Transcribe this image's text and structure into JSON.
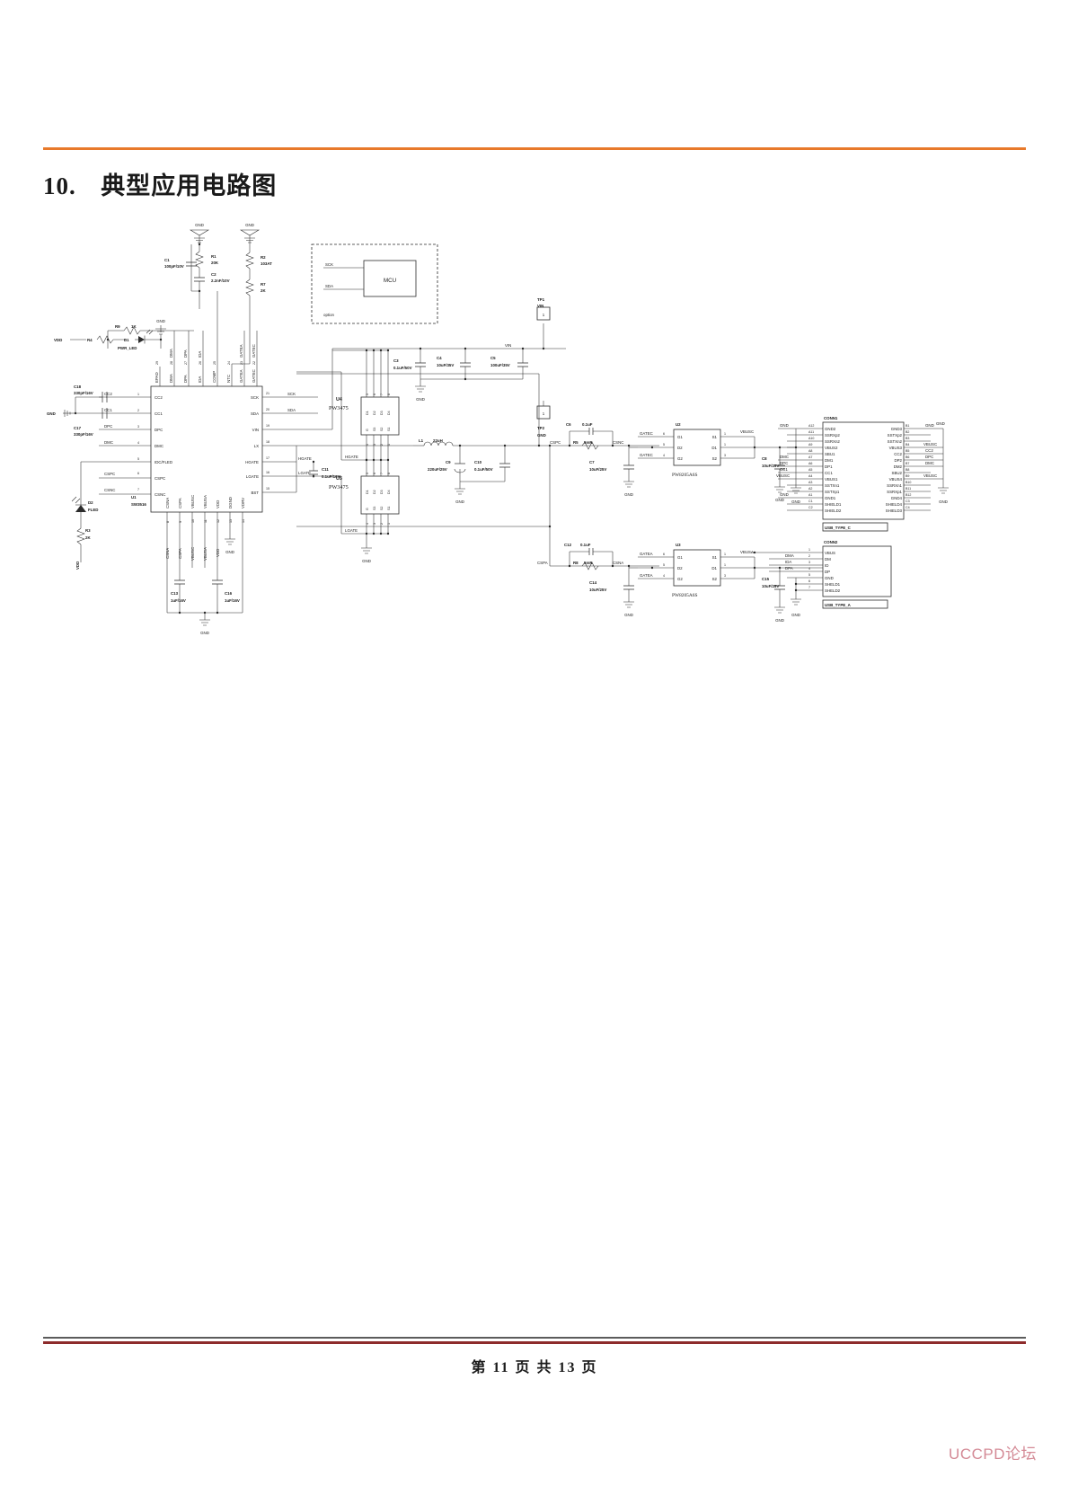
{
  "page": {
    "section_number": "10.",
    "section_title": "典型应用电路图",
    "footer": "第 11 页 共 13 页",
    "watermark": "UCCPD论坛",
    "accent_color": "#e8792a",
    "rule_bottom_color": "#8d2b2b"
  },
  "schematic": {
    "main_ic": {
      "ref": "U1",
      "part": "SW3516",
      "left_pins": [
        {
          "num": "1",
          "name": "CC2",
          "net": "CC2"
        },
        {
          "num": "2",
          "name": "CC1",
          "net": "CC1"
        },
        {
          "num": "3",
          "name": "DPC",
          "net": "DPC"
        },
        {
          "num": "4",
          "name": "DMC",
          "net": "DMC"
        },
        {
          "num": "5",
          "name": "IDC/FLED",
          "net": ""
        },
        {
          "num": "6",
          "name": "CSPC",
          "net": "CSPC"
        },
        {
          "num": "7",
          "name": "CSNC",
          "net": "CSNC"
        }
      ],
      "bottom_pins": [
        {
          "num": "8",
          "name": "CSNA",
          "net": "CSNA"
        },
        {
          "num": "9",
          "name": "CSPA",
          "net": "CSPA"
        },
        {
          "num": "10",
          "name": "VBUSC",
          "net": "VBUSC"
        },
        {
          "num": "11",
          "name": "VBUSA",
          "net": "VBUSA"
        },
        {
          "num": "12",
          "name": "VDD",
          "net": "VDD"
        },
        {
          "num": "13",
          "name": "DGND",
          "net": "GND"
        },
        {
          "num": "14",
          "name": "VDRV",
          "net": ""
        }
      ],
      "right_pins": [
        {
          "num": "21",
          "name": "SCK",
          "net": "SCK"
        },
        {
          "num": "20",
          "name": "SDA",
          "net": "SDA"
        },
        {
          "num": "19",
          "name": "VIN",
          "net": ""
        },
        {
          "num": "18",
          "name": "LX",
          "net": ""
        },
        {
          "num": "17",
          "name": "HGATE",
          "net": "HGATE"
        },
        {
          "num": "16",
          "name": "LGATE",
          "net": "LGATE"
        },
        {
          "num": "15",
          "name": "BST",
          "net": ""
        }
      ],
      "top_pins": [
        {
          "num": "29",
          "name": "EPAD",
          "net": ""
        },
        {
          "num": "28",
          "name": "DMA",
          "net": "DMA"
        },
        {
          "num": "27",
          "name": "DPA",
          "net": "DPA"
        },
        {
          "num": "26",
          "name": "IDA",
          "net": "IDA"
        },
        {
          "num": "25",
          "name": "COMP",
          "net": ""
        },
        {
          "num": "24",
          "name": "NTC",
          "net": ""
        },
        {
          "num": "23",
          "name": "GATEA",
          "net": "GATEA"
        },
        {
          "num": "22",
          "name": "GATEC",
          "net": "GATEC"
        }
      ]
    },
    "mcu_block": {
      "label": "MCU",
      "pins": [
        "SCK",
        "SDA"
      ],
      "note": "option"
    },
    "drivers": [
      {
        "ref": "U4",
        "part": "PW3475",
        "top_pins": [
          "D1",
          "D2",
          "D3",
          "D4"
        ],
        "top_nums": [
          "5",
          "6",
          "7",
          "8"
        ],
        "bottom_pins": [
          "G",
          "S3",
          "S2",
          "S1"
        ],
        "bottom_nums": [
          "4",
          "3",
          "2",
          "1"
        ],
        "gate_net": "HGATE"
      },
      {
        "ref": "U5",
        "part": "PW3475",
        "top_pins": [
          "D1",
          "D2",
          "D3",
          "D4"
        ],
        "top_nums": [
          "5",
          "6",
          "7",
          "8"
        ],
        "bottom_pins": [
          "G",
          "S3",
          "S2",
          "S1"
        ],
        "bottom_nums": [
          "4",
          "3",
          "2",
          "1"
        ],
        "gate_net": "LGATE"
      }
    ],
    "mosfets": [
      {
        "ref": "U2",
        "part": "PW8205A6S",
        "gate_net": "GATEC",
        "left": [
          {
            "num": "6",
            "name": "G1"
          },
          {
            "num": "5",
            "name": "D2"
          },
          {
            "num": "4",
            "name": "G2"
          }
        ],
        "right": [
          {
            "num": "1",
            "name": "S1"
          },
          {
            "num": "1",
            "name": "D1"
          },
          {
            "num": "3",
            "name": "S2"
          }
        ],
        "in_net": "CSNC",
        "out_net": "VBUSC"
      },
      {
        "ref": "U3",
        "part": "PW8205A6S",
        "gate_net": "GATEA",
        "left": [
          {
            "num": "6",
            "name": "G1"
          },
          {
            "num": "5",
            "name": "D2"
          },
          {
            "num": "4",
            "name": "G2"
          }
        ],
        "right": [
          {
            "num": "1",
            "name": "S1"
          },
          {
            "num": "1",
            "name": "D1"
          },
          {
            "num": "3",
            "name": "S2"
          }
        ],
        "in_net": "CSNA",
        "out_net": "VBUSA"
      }
    ],
    "capacitors": [
      {
        "ref": "C1",
        "value": "100pF/10V"
      },
      {
        "ref": "C2",
        "value": "2.2nF/10V"
      },
      {
        "ref": "C3",
        "value": "0.1uF/50V"
      },
      {
        "ref": "C4",
        "value": "10uF/35V"
      },
      {
        "ref": "C5",
        "value": "100uF/35V"
      },
      {
        "ref": "C6",
        "value": "0.1uF"
      },
      {
        "ref": "C7",
        "value": "10uF/25V"
      },
      {
        "ref": "C8",
        "value": "10uF/25V"
      },
      {
        "ref": "C9",
        "value": "220uF/25V"
      },
      {
        "ref": "C10",
        "value": "0.1uF/50V"
      },
      {
        "ref": "C11",
        "value": "0.1uF/16V"
      },
      {
        "ref": "C12",
        "value": "0.1uF"
      },
      {
        "ref": "C13",
        "value": "1uF/16V"
      },
      {
        "ref": "C14",
        "value": "10uF/25V"
      },
      {
        "ref": "C15",
        "value": "10uF/25V"
      },
      {
        "ref": "C16",
        "value": "1uF/16V"
      },
      {
        "ref": "C17",
        "value": "330pF/16V"
      },
      {
        "ref": "C18",
        "value": "330pF/16V"
      }
    ],
    "resistors": [
      {
        "ref": "R1",
        "value": "20K"
      },
      {
        "ref": "R2",
        "value": "103AT"
      },
      {
        "ref": "R3",
        "value": "2K"
      },
      {
        "ref": "R4",
        "value": "2K"
      },
      {
        "ref": "R5",
        "value": "5mR"
      },
      {
        "ref": "R7",
        "value": "2K"
      },
      {
        "ref": "R8",
        "value": "5mR"
      },
      {
        "ref": "R9",
        "value": "1K"
      }
    ],
    "inductors": [
      {
        "ref": "L1",
        "value": "22uH"
      }
    ],
    "diodes": [
      {
        "ref": "D1",
        "label": "PWR_LED"
      },
      {
        "ref": "D2",
        "label": "FLED"
      }
    ],
    "testpoints": [
      {
        "ref": "TP1",
        "label": "VIN"
      },
      {
        "ref": "TP2",
        "label": "GND"
      }
    ],
    "connector_c": {
      "ref": "CONN1",
      "footprint": "USB_TYPE_C",
      "left_rows": [
        {
          "pin": "A12",
          "name": "GND2",
          "net": "GND"
        },
        {
          "pin": "A11",
          "name": "SSRXp2",
          "net": ""
        },
        {
          "pin": "A10",
          "name": "SSRXn2",
          "net": ""
        },
        {
          "pin": "A9",
          "name": "VBUS2",
          "net": ""
        },
        {
          "pin": "A8",
          "name": "SBU1",
          "net": ""
        },
        {
          "pin": "A7",
          "name": "DM1",
          "net": "DMC"
        },
        {
          "pin": "A6",
          "name": "DP1",
          "net": "DPC"
        },
        {
          "pin": "A5",
          "name": "CC1",
          "net": "CC1"
        },
        {
          "pin": "A4",
          "name": "VBUS1",
          "net": "VBUSC"
        },
        {
          "pin": "A3",
          "name": "SSTXn1",
          "net": ""
        },
        {
          "pin": "A2",
          "name": "SSTXp1",
          "net": ""
        },
        {
          "pin": "A1",
          "name": "GND1",
          "net": "GND"
        },
        {
          "pin": "C1",
          "name": "SHIELD1",
          "net": ""
        },
        {
          "pin": "C2",
          "name": "SHIELD2",
          "net": ""
        }
      ],
      "right_rows": [
        {
          "pin": "B1",
          "name": "GND3",
          "net": "GND"
        },
        {
          "pin": "B2",
          "name": "SSTXp2",
          "net": ""
        },
        {
          "pin": "B3",
          "name": "SSTXn2",
          "net": ""
        },
        {
          "pin": "B4",
          "name": "VBUS3",
          "net": "VBUSC"
        },
        {
          "pin": "B5",
          "name": "CC2",
          "net": "CC2"
        },
        {
          "pin": "B6",
          "name": "DP2",
          "net": "DPC"
        },
        {
          "pin": "B7",
          "name": "DM2",
          "net": "DMC"
        },
        {
          "pin": "B8",
          "name": "SBU2",
          "net": ""
        },
        {
          "pin": "B9",
          "name": "VBUS4",
          "net": "VBUSC"
        },
        {
          "pin": "B10",
          "name": "SSRXn1",
          "net": ""
        },
        {
          "pin": "B11",
          "name": "SSRXp1",
          "net": ""
        },
        {
          "pin": "B12",
          "name": "GND4",
          "net": "GND"
        },
        {
          "pin": "C3",
          "name": "SHIELD4",
          "net": ""
        },
        {
          "pin": "C4",
          "name": "SHIELD3",
          "net": ""
        }
      ]
    },
    "connector_a": {
      "ref": "CONN2",
      "footprint": "USB_TYPE_A",
      "rows": [
        {
          "pin": "1",
          "name": "VBUS",
          "net": "VBUSA"
        },
        {
          "pin": "2",
          "name": "DM",
          "net": "DMA"
        },
        {
          "pin": "3",
          "name": "ID",
          "net": "IDA"
        },
        {
          "pin": "4",
          "name": "DP",
          "net": "DPA"
        },
        {
          "pin": "5",
          "name": "GND",
          "net": "GND"
        },
        {
          "pin": "6",
          "name": "SHELD1",
          "net": ""
        },
        {
          "pin": "7",
          "name": "SHELD2",
          "net": ""
        }
      ]
    },
    "net_labels": [
      "VDD",
      "GND",
      "VIN",
      "SCK",
      "SDA",
      "HGATE",
      "LGATE",
      "GATEA",
      "GATEC",
      "CSPC",
      "CSNC",
      "CSPA",
      "CSNA",
      "VBUSC",
      "VBUSA",
      "DMA",
      "DPA",
      "IDA",
      "DMC",
      "DPC",
      "CC1",
      "CC2",
      "LX",
      "BST"
    ]
  }
}
